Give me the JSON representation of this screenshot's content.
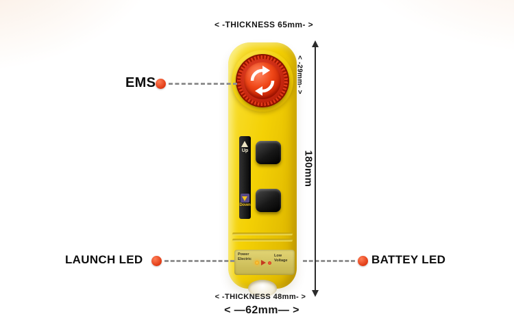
{
  "colors": {
    "body_yellow": "#f4d105",
    "ems_red": "#d32a0c",
    "callout_dot": "#e8492b",
    "dash_gray": "#909090",
    "dimension_line": "#2b2b2b"
  },
  "callouts": {
    "ems": "EMS",
    "launch_led": "LAUNCH LED",
    "battery_led": "BATTEY LED"
  },
  "dims": {
    "thickness_top": "< -THICKNESS 65mm- >",
    "button_height": "< -29mm- >",
    "body_height": "180mm",
    "thickness_bottom": "< -THICKNESS 48mm- >",
    "body_width": "< —62mm— >"
  },
  "device": {
    "up_label": "Up",
    "down_label": "Down",
    "sticker": {
      "power_line1": "Power",
      "power_line2": "Electric",
      "low_line1": "Low",
      "low_line2": "Voltage"
    }
  }
}
